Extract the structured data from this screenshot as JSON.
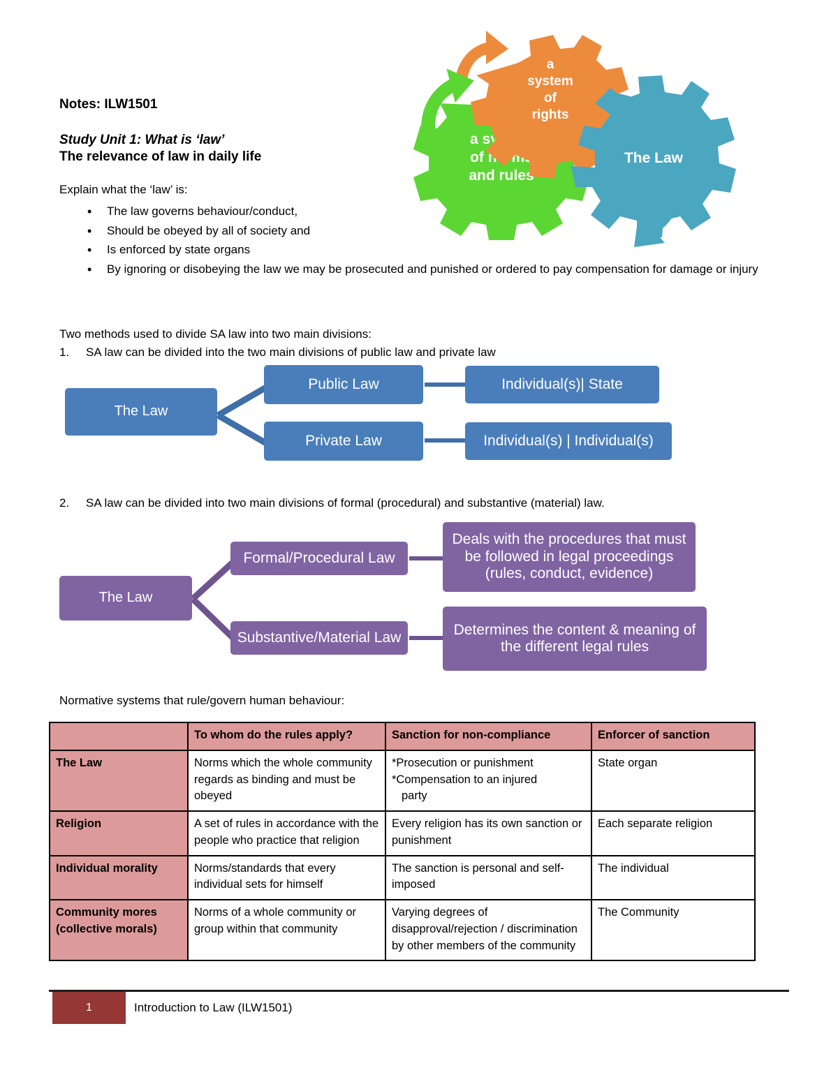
{
  "document": {
    "notes_title": "Notes: ILW1501",
    "unit_title": "Study Unit 1: What is ‘law’",
    "unit_subtitle": "The relevance of law in daily life",
    "explain_lead": "Explain what the ‘law’ is:",
    "bullets": [
      "The law governs behaviour/conduct,",
      "Should be obeyed by all of society and",
      "Is enforced by state organs",
      "By ignoring or disobeying the law we may be prosecuted and punished or ordered to pay compensation for damage or injury"
    ],
    "divisions_intro": "Two methods used to divide SA law into two main divisions:",
    "item1_number": "1.",
    "item1_text": "SA law can be divided into the two main divisions of public law and private law",
    "item2_number": "2.",
    "item2_text": "SA law can be divided into two main divisions of formal (procedural) and substantive (material) law.",
    "normative_intro": "Normative systems that rule/govern human behaviour:"
  },
  "gear_graphic": {
    "orange_gear_label": "a system of rights",
    "orange_gear_lines": [
      "a",
      "system",
      "of",
      "rights"
    ],
    "green_gear_lines": [
      "a system",
      "of norms",
      "and rules"
    ],
    "blue_gear_label": "The Law",
    "colors": {
      "orange": "#ed8b3c",
      "green": "#5cd633",
      "blue": "#4ba6c0"
    }
  },
  "flow_public_private": {
    "accent": "#4a7ebb",
    "root": "The Law",
    "branches": [
      {
        "label": "Public Law",
        "target": "Individual(s)| State"
      },
      {
        "label": "Private Law",
        "target": "Individual(s) | Individual(s)"
      }
    ]
  },
  "flow_formal_substantive": {
    "accent": "#8064a2",
    "root": "The Law",
    "branches": [
      {
        "label": "Formal/Procedural Law",
        "description": "Deals with the procedures that must be followed in legal proceedings (rules, conduct, evidence)"
      },
      {
        "label": "Substantive/Material Law",
        "description": "Determines the content & meaning of the different legal rules"
      }
    ]
  },
  "normative_table": {
    "header_color": "#dd9a9a",
    "headers": [
      "",
      "To whom do the rules apply?",
      "Sanction for non-compliance",
      "Enforcer of sanction"
    ],
    "rows": [
      {
        "system": "The Law",
        "apply_to": "Norms which the whole community regards as binding and must be obeyed",
        "sanction_lines": [
          "*Prosecution or punishment",
          "*Compensation to an injured",
          "party"
        ],
        "enforcer": "State organ"
      },
      {
        "system": "Religion",
        "apply_to": "A set of rules in accordance with the people who practice that religion",
        "sanction_lines": [
          "Every religion has its own sanction or punishment"
        ],
        "enforcer": "Each separate religion"
      },
      {
        "system": "Individual morality",
        "apply_to": "Norms/standards that every individual sets for himself",
        "sanction_lines": [
          "The sanction is personal and self-imposed"
        ],
        "enforcer": "The individual"
      },
      {
        "system": "Community mores (collective morals)",
        "apply_to": "Norms of a whole community or group within that community",
        "sanction_lines": [
          "Varying degrees of disapproval/rejection / discrimination by other members of the community"
        ],
        "enforcer": "The Community"
      }
    ]
  },
  "footer": {
    "page_number": "1",
    "label": "Introduction to Law (ILW1501)",
    "accent": "#953735"
  }
}
